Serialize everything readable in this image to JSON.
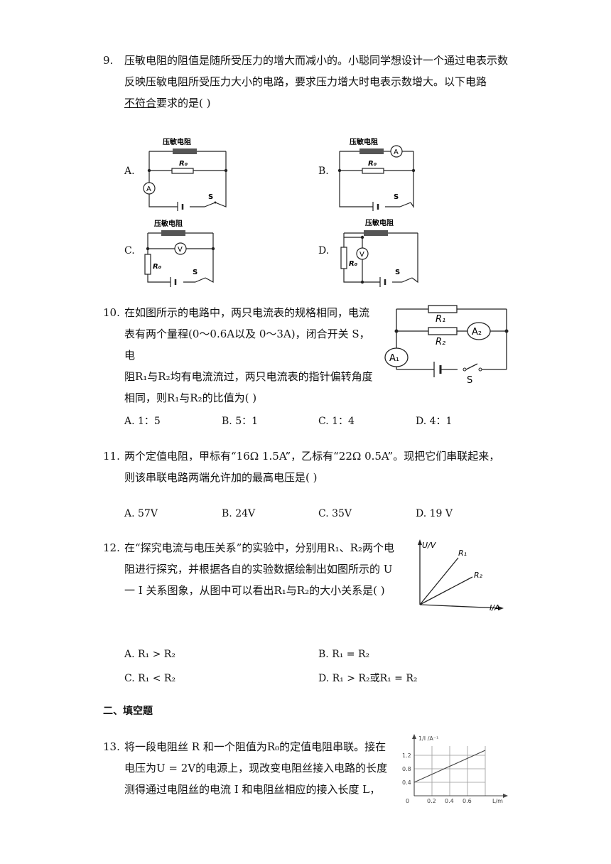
{
  "q9": {
    "number": "9.",
    "line1": "压敏电阻的阻值是随所受压力的增大而减小的。小聪同学想设计一个通过电表示数",
    "line2": "反映压敏电阻所受压力大小的电路，要求压力增大时电表示数增大。以下电路",
    "underline": "不符合",
    "line3_tail": "要求的是(    )",
    "options": [
      "A.",
      "B.",
      "C.",
      "D."
    ],
    "labels": {
      "resistor": "压敏电阻",
      "r0": "R₀",
      "switch": "S",
      "ammeter": "A",
      "voltmeter": "V"
    }
  },
  "q10": {
    "number": "10.",
    "lines": [
      "在如图所示的电路中，两只电流表的规格相同，电流",
      "表有两个量程(0～0.6A以及 0～3A)，闭合开关 S，电",
      "阻R₁与R₂均有电流流过，两只电流表的指针偏转角度",
      "相同，则R₁与R₂的比值为(    )"
    ],
    "figure": {
      "r1": "R₁",
      "r2": "R₂",
      "a1": "A₁",
      "a2": "A₂",
      "s": "S"
    },
    "choices": [
      "A. 1：5",
      "B. 5：1",
      "C. 1：4",
      "D. 4：1"
    ]
  },
  "q11": {
    "number": "11.",
    "lines": [
      "两个定值电阻，甲标有“16Ω 1.5A”，乙标有“22Ω 0.5A”。现把它们串联起来，",
      "则该串联电路两端允许加的最高电压是(    )"
    ],
    "choices": [
      "A. 57V",
      "B. 24V",
      "C. 35V",
      "D. 19 V"
    ]
  },
  "q12": {
    "number": "12.",
    "lines": [
      "在“探究电流与电压关系”的实验中，分别用R₁、R₂两个电",
      "阻进行探究，并根据各自的实验数据绘制出如图所示的 U",
      "一 I 关系图象，从图中可以看出R₁与R₂的大小关系是(    )"
    ],
    "graph": {
      "ylabel": "U/V",
      "xlabel": "I/A",
      "line1": "R₁",
      "line2": "R₂"
    },
    "choices": [
      "A.  R₁ > R₂",
      "B.  R₁ = R₂",
      "C.  R₁ < R₂",
      "D.  R₁ > R₂或R₁ = R₂"
    ]
  },
  "section": "二、填空题",
  "q13": {
    "number": "13.",
    "lines": [
      "将一段电阻丝 R 和一个阻值为R₀的定值电阻串联。接在",
      "电压为U = 2V的电源上，现改变电阻丝接入电路的长度",
      "测得通过电阻丝的电流 I 和电阻丝相应的接入长度 L，"
    ],
    "graph": {
      "ylabel": "1/I /A⁻¹",
      "xlabel": "L/m",
      "yticks": [
        "1.2",
        "0.8",
        "0.4"
      ],
      "xticks": [
        "0",
        "0.2",
        "0.4",
        "0.6"
      ]
    }
  }
}
